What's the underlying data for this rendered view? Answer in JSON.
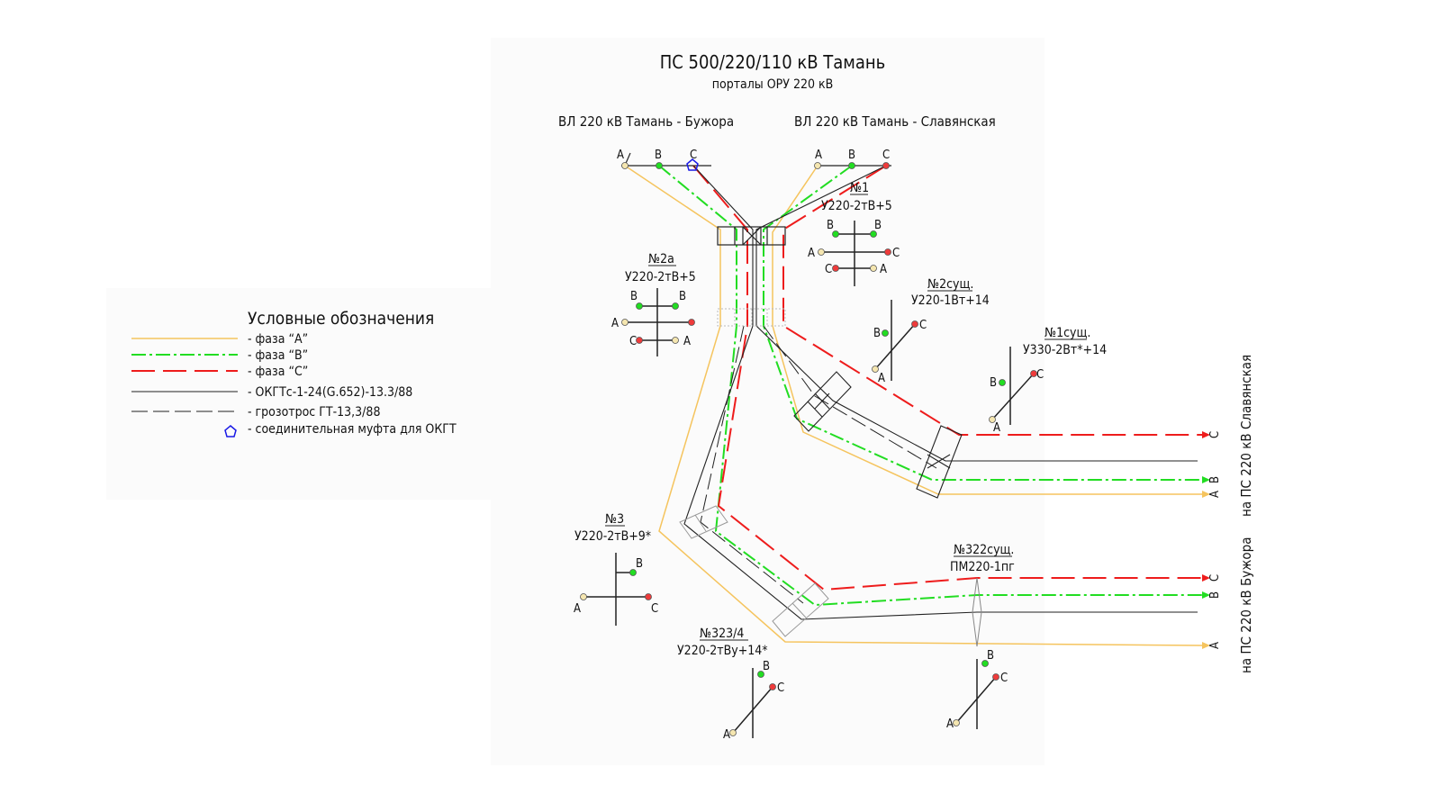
{
  "header": {
    "title": "ПС 500/220/110 кВ Тамань",
    "subtitle": "порталы ОРУ 220 кВ"
  },
  "lines": {
    "bujora": "ВЛ 220 кВ Тамань - Бужора",
    "slavyanskaya": "ВЛ 220 кВ Тамань - Славянская",
    "to_slavyanskaya": "на ПС 220 кВ Славянская",
    "to_bujora": "на ПС 220 кВ Бужора"
  },
  "phases": {
    "a": "A",
    "b": "B",
    "c": "C"
  },
  "towers": {
    "t1": {
      "num": "№1",
      "type": "У220-2тВ+5"
    },
    "t2a": {
      "num": "№2а",
      "type": "У220-2тВ+5"
    },
    "t2s": {
      "num": "№2сущ.",
      "type": "У220-1Вт+14"
    },
    "t1s": {
      "num": "№1сущ.",
      "type": "У330-2Вт*+14"
    },
    "t3": {
      "num": "№3",
      "type": "У220-2тВ+9*"
    },
    "t322": {
      "num": "№322сущ.",
      "type": "ПМ220-1пг"
    },
    "t323": {
      "num": "№323/4",
      "type": "У220-2тВу+14*"
    }
  },
  "legend": {
    "title": "Условные обозначения",
    "items": [
      {
        "name": "phase-a",
        "text": "- фаза “А”"
      },
      {
        "name": "phase-b",
        "text": "- фаза “В”"
      },
      {
        "name": "phase-c",
        "text": "- фаза “С”"
      },
      {
        "name": "okgt",
        "text": "- ОКГТс-1-24(G.652)-13.3/88"
      },
      {
        "name": "groundwire",
        "text": "- грозотрос ГТ-13,3/88"
      },
      {
        "name": "coupling",
        "text": "- соединительная муфта для ОКГТ"
      }
    ]
  },
  "colors": {
    "phase_a": "#f5c45e",
    "phase_b": "#22dd22",
    "phase_c": "#ee1c1c",
    "okgt": "#222222",
    "coupling": "#1a1ae6"
  }
}
